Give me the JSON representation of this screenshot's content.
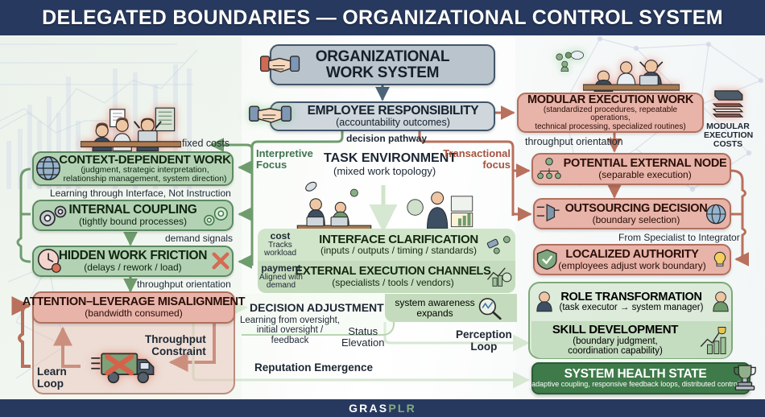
{
  "header": {
    "title": "DELEGATED BOUNDARIES — ORGANIZATIONAL CONTROL SYSTEM"
  },
  "footer": {
    "brand_part1": "GRAS",
    "brand_part2": "PLR"
  },
  "colors": {
    "header_bg": "#27395e",
    "green_node": "#b3d2b4",
    "green_dark": "#3f7a4a",
    "pink_node": "#e8b3a8",
    "grey_node": "#b9c4cc",
    "accent_red": "#b9705c",
    "accent_green": "#6e9c6c"
  },
  "top": {
    "org_system": {
      "title": "ORGANIZATIONAL\nWORK SYSTEM",
      "icon": "handshake-icon"
    },
    "employee_responsibility": {
      "title": "EMPLOYEE RESPONSIBILITY",
      "subtitle": "(accountability outcomes)",
      "icon": "handshake-icon"
    },
    "decision_pathway_label": "decision pathway"
  },
  "left_branch": {
    "focus_label": "Interpretive\nFocus",
    "fixed_costs_label": "fixed costs",
    "nodes": [
      {
        "title": "CONTEXT-DEPENDENT WORK",
        "subtitle": "(judgment, strategic interpretation,\nrelationship management, system direction)",
        "icon": "globe-icon"
      },
      {
        "title": "INTERNAL COUPLING",
        "subtitle": "(tightly bound processes)",
        "icon": "gears-icon"
      },
      {
        "title": "HIDDEN WORK FRICTION",
        "subtitle": "(delays / rework / load)",
        "icon": "clock-icon"
      }
    ],
    "edge_labels": [
      "Learning through Interface, Not Instruction",
      "demand signals",
      "throughput orientation"
    ],
    "misalignment": {
      "title": "ATTENTION–LEVERAGE MISALIGNMENT",
      "subtitle": "(bandwidth consumed)",
      "throughput_constraint": "Throughput\nConstraint",
      "learn_loop": "Learn\nLoop",
      "icon": "truck-blocked-icon"
    }
  },
  "center": {
    "task_environment": {
      "title": "TASK ENVIRONMENT",
      "subtitle": "(mixed work topology)"
    },
    "interface_clarification": {
      "title": "INTERFACE CLARIFICATION",
      "subtitle": "(inputs / outputs / timing / standards)",
      "side_tag_title": "cost",
      "side_tag_sub": "Tracks\nworkload",
      "icon": "satellite-icon"
    },
    "external_channels": {
      "title": "EXTERNAL EXECUTION CHANNELS",
      "subtitle": "(specialists / tools / vendors)",
      "side_tag_title": "payment",
      "side_tag_sub": "Aligned with\ndemand",
      "icon": "growth-chart-icon"
    },
    "decision_adjustment": {
      "title": "DECISION ADJUSTMENT",
      "subtitle": "Learning from oversight,\ninitial oversight / feedback"
    },
    "status_elevation": "Status\nElevation",
    "reputation_emergence": "Reputation Emergence",
    "system_awareness": "system awareness\nexpands",
    "perception_loop": "Perception\nLoop",
    "transactional_focus": "Transactional\nfocus"
  },
  "right_branch": {
    "modular_work": {
      "title": "MODULAR EXECUTION WORK",
      "subtitle": "(standardized procedures, repeatable operations,\ntechnical processing, specialized routines)",
      "icon": "stressed-team-icon"
    },
    "modular_costs": {
      "label": "MODULAR\nEXECUTION\nCOSTS",
      "icon": "books-stack-icon"
    },
    "throughput_orientation_label": "throughput orientation",
    "nodes": [
      {
        "title": "POTENTIAL EXTERNAL NODE",
        "subtitle": "(separable execution)",
        "icon": "org-tree-icon"
      },
      {
        "title": "OUTSOURCING DECISION",
        "subtitle": "(boundary selection)",
        "icon": "funnel-icon"
      },
      {
        "title": "LOCALIZED AUTHORITY",
        "subtitle": "(employees adjust work boundary)",
        "icon": "shield-check-icon"
      }
    ],
    "specialist_label": "From Specialist to Integrator",
    "role_transformation": {
      "title": "ROLE TRANSFORMATION",
      "subtitle": "(task executor → system manager)",
      "icon": "person-icon"
    },
    "skill_development": {
      "title": "SKILL DEVELOPMENT",
      "subtitle": "(boundary judgment,\ncoordination capability)",
      "icon": "bar-growth-icon"
    },
    "system_health": {
      "title": "SYSTEM HEALTH STATE",
      "subtitle": "(adaptive coupling, responsive feedback loops, distributed control)",
      "icon": "trophy-icon"
    }
  }
}
